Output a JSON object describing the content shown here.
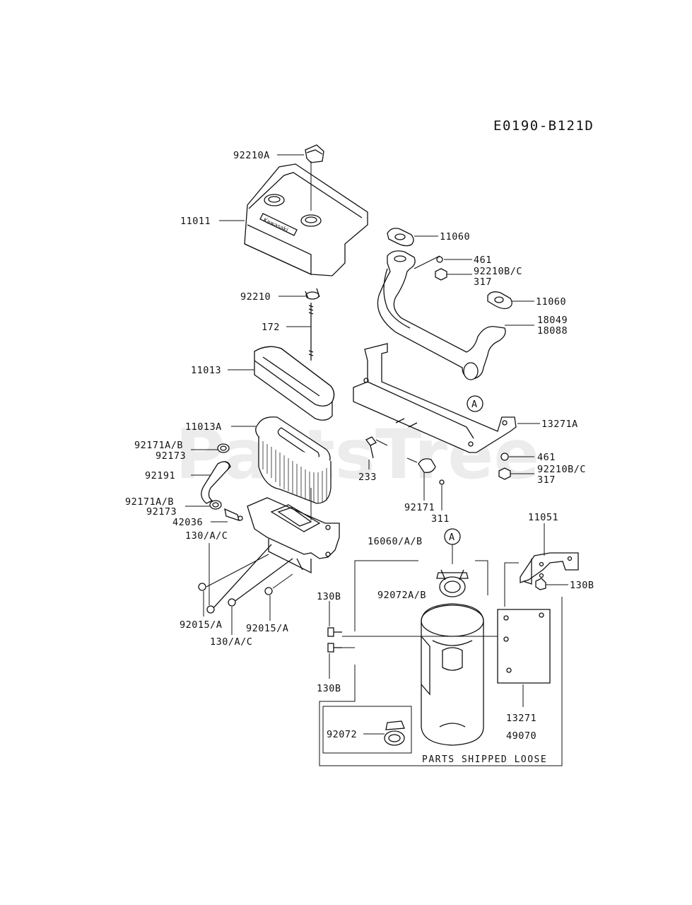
{
  "diagram_code": "E0190-B121D",
  "watermark": "PartsTree",
  "labels": {
    "p92210A": "92210A",
    "p11011": "11011",
    "p92210": "92210",
    "p172": "172",
    "p11013": "11013",
    "p11013A": "11013A",
    "p92171AB_1": "92171A/B",
    "p92173_1": "92173",
    "p92191": "92191",
    "p92171AB_2": "92171A/B",
    "p92173_2": "92173",
    "p42036": "42036",
    "p130AC_1": "130/A/C",
    "p92015A_1": "92015/A",
    "p130AC_2": "130/A/C",
    "p92015A_2": "92015/A",
    "p11060_1": "11060",
    "p461_1": "461",
    "p92210BC_1": "92210B/C",
    "p317_1": "317",
    "p11060_2": "11060",
    "p18049": "18049",
    "p18088": "18088",
    "p13271A": "13271A",
    "p461_2": "461",
    "p92210BC_2": "92210B/C",
    "p317_2": "317",
    "p233": "233",
    "p92171": "92171",
    "p311": "311",
    "p16060AB": "16060/A/B",
    "p11051": "11051",
    "p130B_1": "130B",
    "p130B_2": "130B",
    "p92072AB": "92072A/B",
    "p130B_3": "130B",
    "p92072": "92072",
    "p13271": "13271",
    "p49070": "49070",
    "circle_ref_1": "A",
    "circle_ref_2": "A"
  },
  "kawasaki_badge": "Kawasaki",
  "parts_shipped_loose": "PARTS SHIPPED LOOSE"
}
